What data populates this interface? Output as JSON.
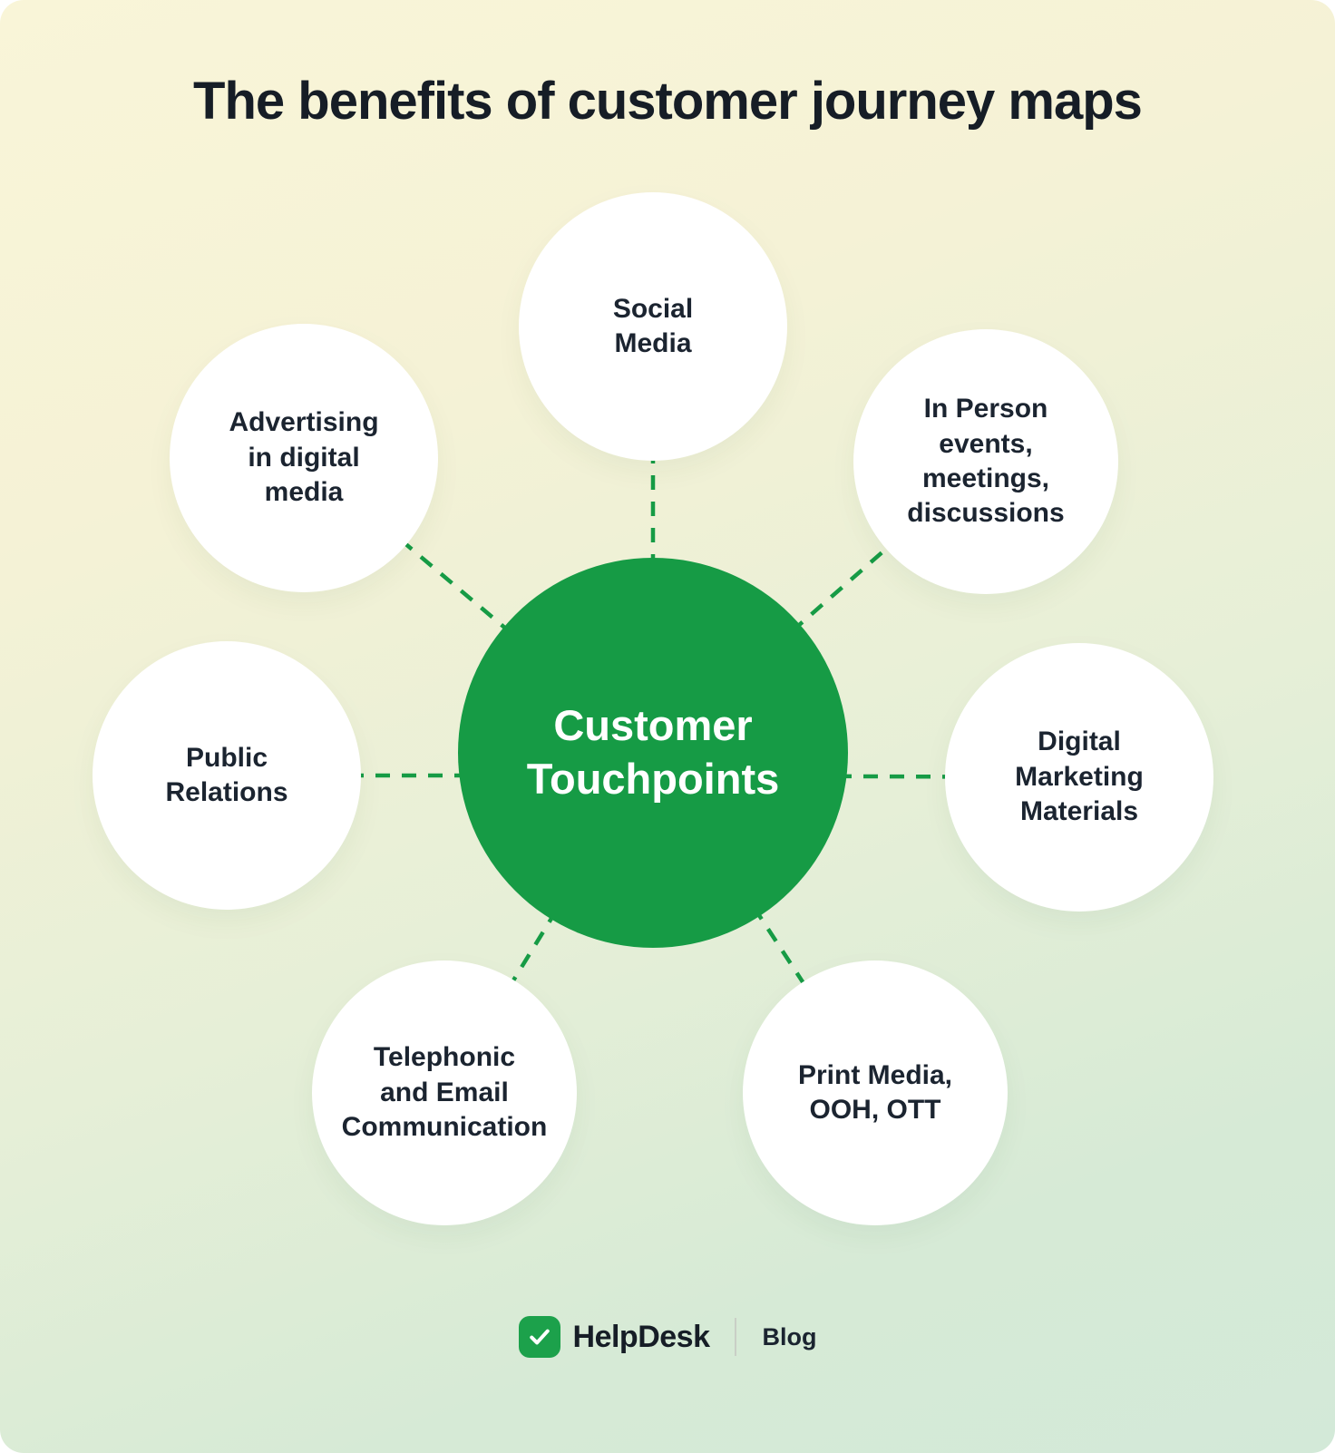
{
  "title": "The benefits of customer journey maps",
  "center": {
    "label": "Customer\nTouchpoints"
  },
  "nodes": [
    {
      "id": "social-media",
      "label": "Social\nMedia"
    },
    {
      "id": "advertising-digital-media",
      "label": "Advertising\nin digital\nmedia"
    },
    {
      "id": "in-person-events",
      "label": "In Person\nevents,\nmeetings,\ndiscussions"
    },
    {
      "id": "public-relations",
      "label": "Public\nRelations"
    },
    {
      "id": "digital-marketing-materials",
      "label": "Digital\nMarketing\nMaterials"
    },
    {
      "id": "telephonic-email-communication",
      "label": "Telephonic\nand Email\nCommunication"
    },
    {
      "id": "print-media-ooh-ott",
      "label": "Print Media,\nOOH, OTT"
    }
  ],
  "footer": {
    "brand": "HelpDesk",
    "section": "Blog"
  },
  "colors": {
    "accent_green": "#169b45",
    "title_text": "#161d26",
    "node_text": "#1b2430",
    "node_fill": "#ffffff",
    "background_top": "#f9f5d8",
    "background_bottom": "#d3e9d8"
  }
}
